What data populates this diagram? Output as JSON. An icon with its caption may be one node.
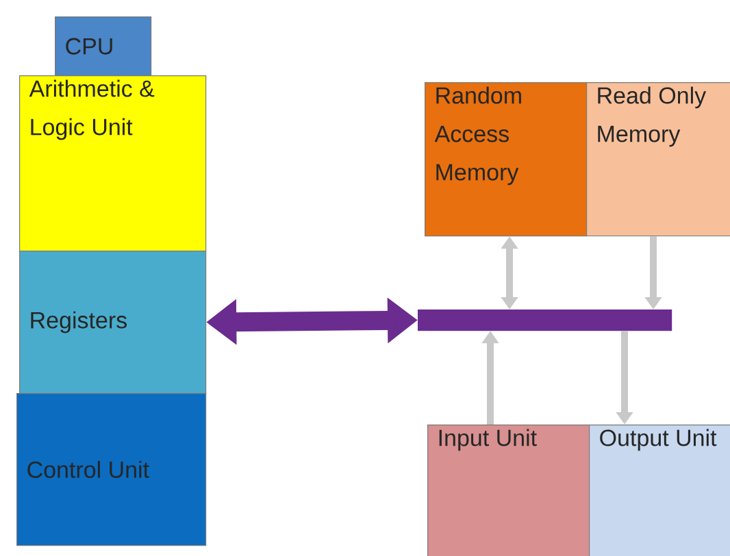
{
  "diagram": {
    "nodes": [
      {
        "text": [
          "CPU"
        ]
      },
      {
        "text": [
          "Arithmetic & Logic Unit"
        ]
      },
      {
        "text": [
          "Registers"
        ]
      },
      {
        "text": [
          "Control Unit"
        ]
      },
      {
        "text": [
          "Random Access Memory"
        ]
      },
      {
        "text": [
          "Read Only Memory"
        ]
      },
      {
        "text": [
          "Input Unit"
        ]
      },
      {
        "text": [
          "Output Unit"
        ]
      },
      {
        "text": [],
        "shape": "bar"
      }
    ],
    "edges": [
      {
        "from": 2,
        "to": 8,
        "arrow": "both",
        "style": "thick",
        "color": "#6a2c8f"
      },
      {
        "from": 4,
        "to": 8,
        "arrow": "both"
      },
      {
        "from": 5,
        "to": 8,
        "arrow": "to"
      },
      {
        "from": 6,
        "to": 8,
        "arrow": "to"
      },
      {
        "from": 8,
        "to": 7,
        "arrow": "to"
      }
    ]
  }
}
